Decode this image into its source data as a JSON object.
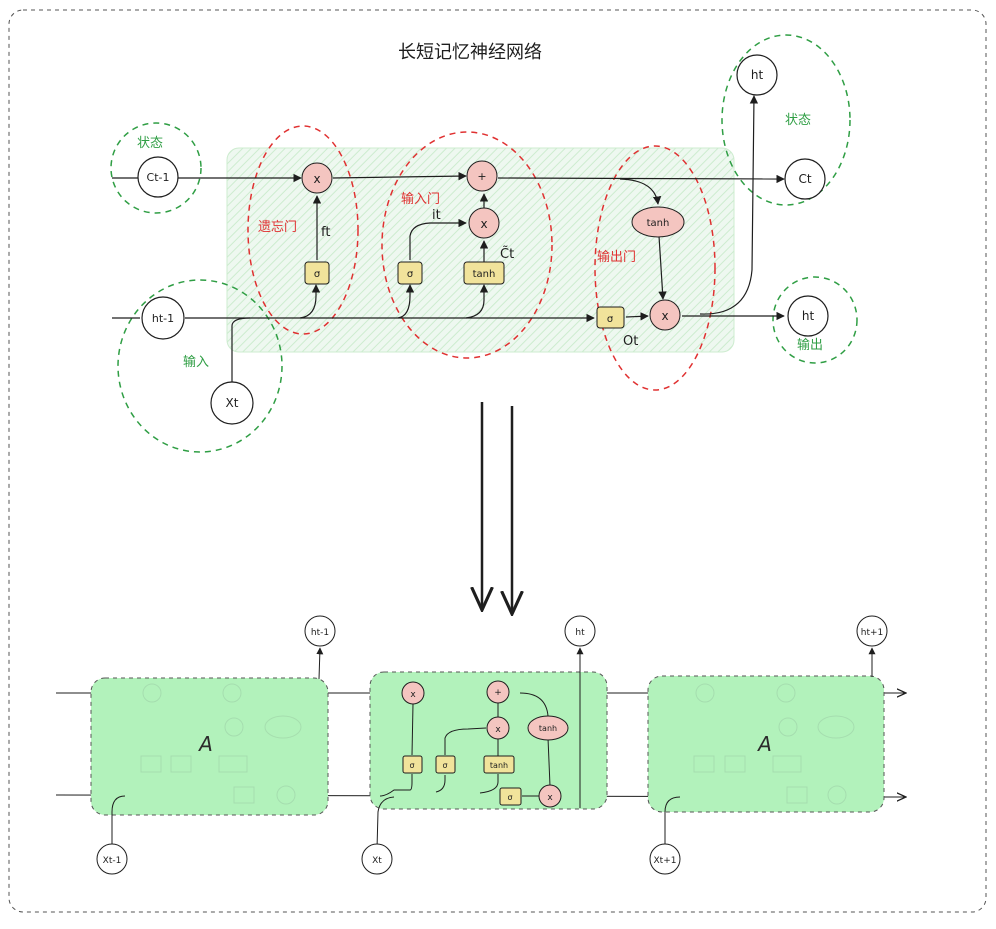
{
  "title": "长短记忆神经网络",
  "top": {
    "regions": {
      "state_left": "状态",
      "forget_gate": "遗忘门",
      "input_gate": "输入门",
      "output_gate": "输出门",
      "state_right": "状态",
      "input": "输入",
      "output": "输出"
    },
    "nodes": {
      "c_prev": "Ct-1",
      "c_next": "Ct",
      "h_prev": "ht-1",
      "h_top": "ht",
      "h_out": "ht",
      "x_in": "Xt"
    },
    "ops": {
      "multiply": "x",
      "add": "+",
      "tanh": "tanh",
      "sigma": "σ"
    },
    "labels": {
      "f": "ft",
      "i": "it",
      "c_tilde": "C̃t",
      "o": "Ot"
    }
  },
  "bottom": {
    "cell_label": "A",
    "h_outputs": [
      "ht-1",
      "ht",
      "ht+1"
    ],
    "x_inputs": [
      "Xt-1",
      "Xt",
      "Xt+1"
    ]
  },
  "colors": {
    "green_dash": "#2f9e44",
    "red_dash": "#e03131",
    "pink": "#f4c5c0",
    "yellow": "#f1e39b",
    "cell_green": "#b2f2bb",
    "hatch": "#d7f0de"
  }
}
